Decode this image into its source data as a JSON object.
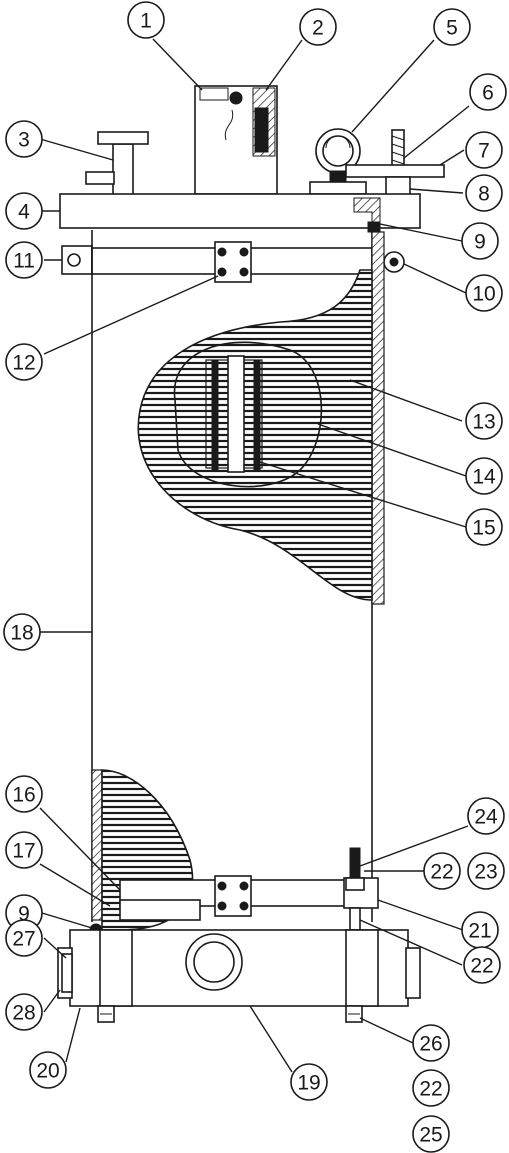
{
  "callouts": [
    {
      "id": "c1",
      "label": "1"
    },
    {
      "id": "c2",
      "label": "2"
    },
    {
      "id": "c3",
      "label": "3"
    },
    {
      "id": "c4",
      "label": "4"
    },
    {
      "id": "c5",
      "label": "5"
    },
    {
      "id": "c6",
      "label": "6"
    },
    {
      "id": "c7",
      "label": "7"
    },
    {
      "id": "c8",
      "label": "8"
    },
    {
      "id": "c9a",
      "label": "9"
    },
    {
      "id": "c10",
      "label": "10"
    },
    {
      "id": "c11",
      "label": "11"
    },
    {
      "id": "c12",
      "label": "12"
    },
    {
      "id": "c13",
      "label": "13"
    },
    {
      "id": "c14",
      "label": "14"
    },
    {
      "id": "c15",
      "label": "15"
    },
    {
      "id": "c16",
      "label": "16"
    },
    {
      "id": "c17",
      "label": "17"
    },
    {
      "id": "c18",
      "label": "18"
    },
    {
      "id": "c9b",
      "label": "9"
    },
    {
      "id": "c27",
      "label": "27"
    },
    {
      "id": "c28",
      "label": "28"
    },
    {
      "id": "c20",
      "label": "20"
    },
    {
      "id": "c19",
      "label": "19"
    },
    {
      "id": "c24",
      "label": "24"
    },
    {
      "id": "c22a",
      "label": "22"
    },
    {
      "id": "c23",
      "label": "23"
    },
    {
      "id": "c21",
      "label": "21"
    },
    {
      "id": "c22b",
      "label": "22"
    },
    {
      "id": "c26",
      "label": "26"
    },
    {
      "id": "c22c",
      "label": "22"
    },
    {
      "id": "c25",
      "label": "25"
    }
  ]
}
